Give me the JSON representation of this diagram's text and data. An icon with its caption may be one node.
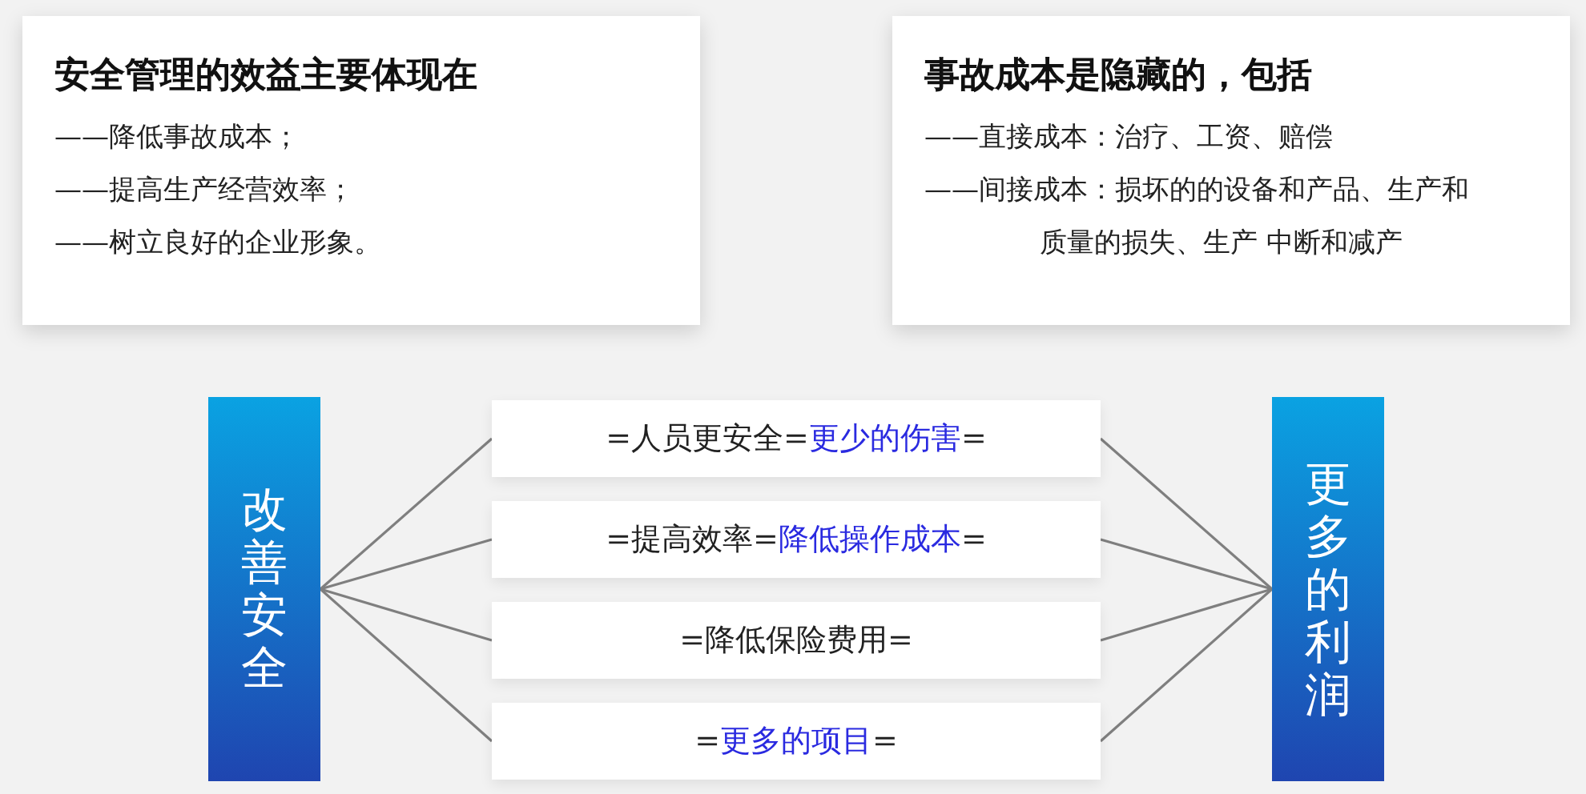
{
  "diagram": {
    "nodes": [
      {
        "text": [
          "安全管理的效益主要体现在",
          "——降低事故成本；",
          "——提高生产经营效率；",
          "——树立良好的企业形象。"
        ]
      },
      {
        "text": [
          "事故成本是隐藏的，包括",
          "——直接成本：治疗、工资、赔偿",
          "——间接成本：损坏的的设备和产品、生产和质量的损失、生产 中断和减产"
        ]
      },
      {
        "text": [
          "改善安全"
        ]
      },
      {
        "text": [
          "=人员更安全=",
          "更少的伤害",
          "="
        ]
      },
      {
        "text": [
          "=提高效率=",
          "降低操作成本",
          "="
        ]
      },
      {
        "text": [
          "=降低保险费用="
        ]
      },
      {
        "text": [
          "=",
          "更多的项目",
          "="
        ]
      },
      {
        "text": [
          "更多的利润"
        ]
      }
    ],
    "edges": [
      {
        "from": 2,
        "to": 3,
        "arrow": "none"
      },
      {
        "from": 2,
        "to": 4,
        "arrow": "none"
      },
      {
        "from": 2,
        "to": 5,
        "arrow": "none"
      },
      {
        "from": 2,
        "to": 6,
        "arrow": "none"
      },
      {
        "from": 3,
        "to": 7,
        "arrow": "none"
      },
      {
        "from": 4,
        "to": 7,
        "arrow": "none"
      },
      {
        "from": 5,
        "to": 7,
        "arrow": "none"
      },
      {
        "from": 6,
        "to": 7,
        "arrow": "none"
      }
    ]
  }
}
